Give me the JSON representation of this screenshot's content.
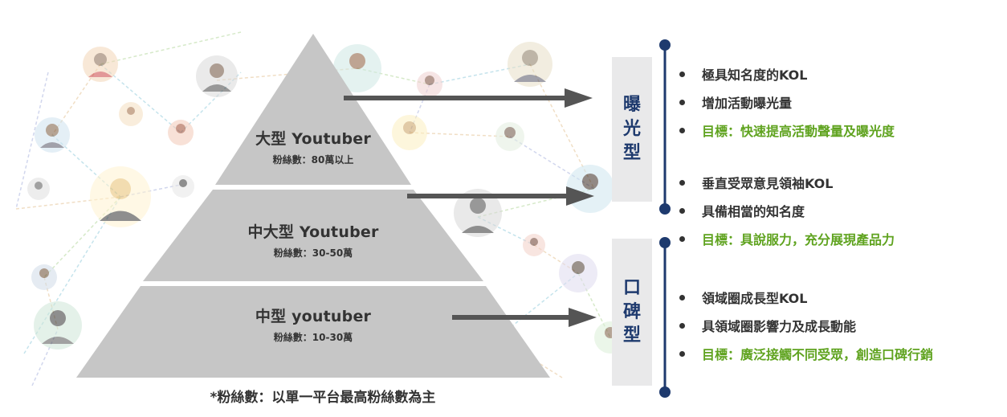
{
  "pyramid": {
    "tiers": [
      {
        "title": "大型 Youtuber",
        "subtitle": "粉絲數：80萬以上"
      },
      {
        "title": "中大型 Youtuber",
        "subtitle": "粉絲數：30-50萬"
      },
      {
        "title": "中型 youtuber",
        "subtitle": "粉絲數：10-30萬"
      }
    ],
    "footnote": "*粉絲數：以單一平台最高粉絲數為主"
  },
  "categories": [
    {
      "chars": [
        "曝",
        "光",
        "型"
      ]
    },
    {
      "chars": [
        "口",
        "碑",
        "型"
      ]
    }
  ],
  "bullets": [
    {
      "text": "極具知名度的KOL",
      "goal": false
    },
    {
      "text": "增加活動曝光量",
      "goal": false
    },
    {
      "text": "目標：快速提高活動聲量及曝光度",
      "goal": true
    },
    {
      "text": "垂直受眾意見領袖KOL",
      "goal": false
    },
    {
      "text": "具備相當的知名度",
      "goal": false
    },
    {
      "text": "目標：具說服力，充分展現產品力",
      "goal": true
    },
    {
      "text": "領域圈成長型KOL",
      "goal": false
    },
    {
      "text": "具領域圈影響力及成長動能",
      "goal": false
    },
    {
      "text": "目標：廣泛接觸不同受眾，創造口碑行銷",
      "goal": true
    }
  ],
  "colors": {
    "pyramid_fill": "#c6c6c6",
    "arrow": "#555555",
    "category_text": "#1e3a6e",
    "timeline": "#1e3a6e",
    "goal_text": "#5fa31f",
    "category_box": "#e9e9ea"
  },
  "icons": [
    "person-avatar-icon",
    "arrow-right-icon"
  ]
}
